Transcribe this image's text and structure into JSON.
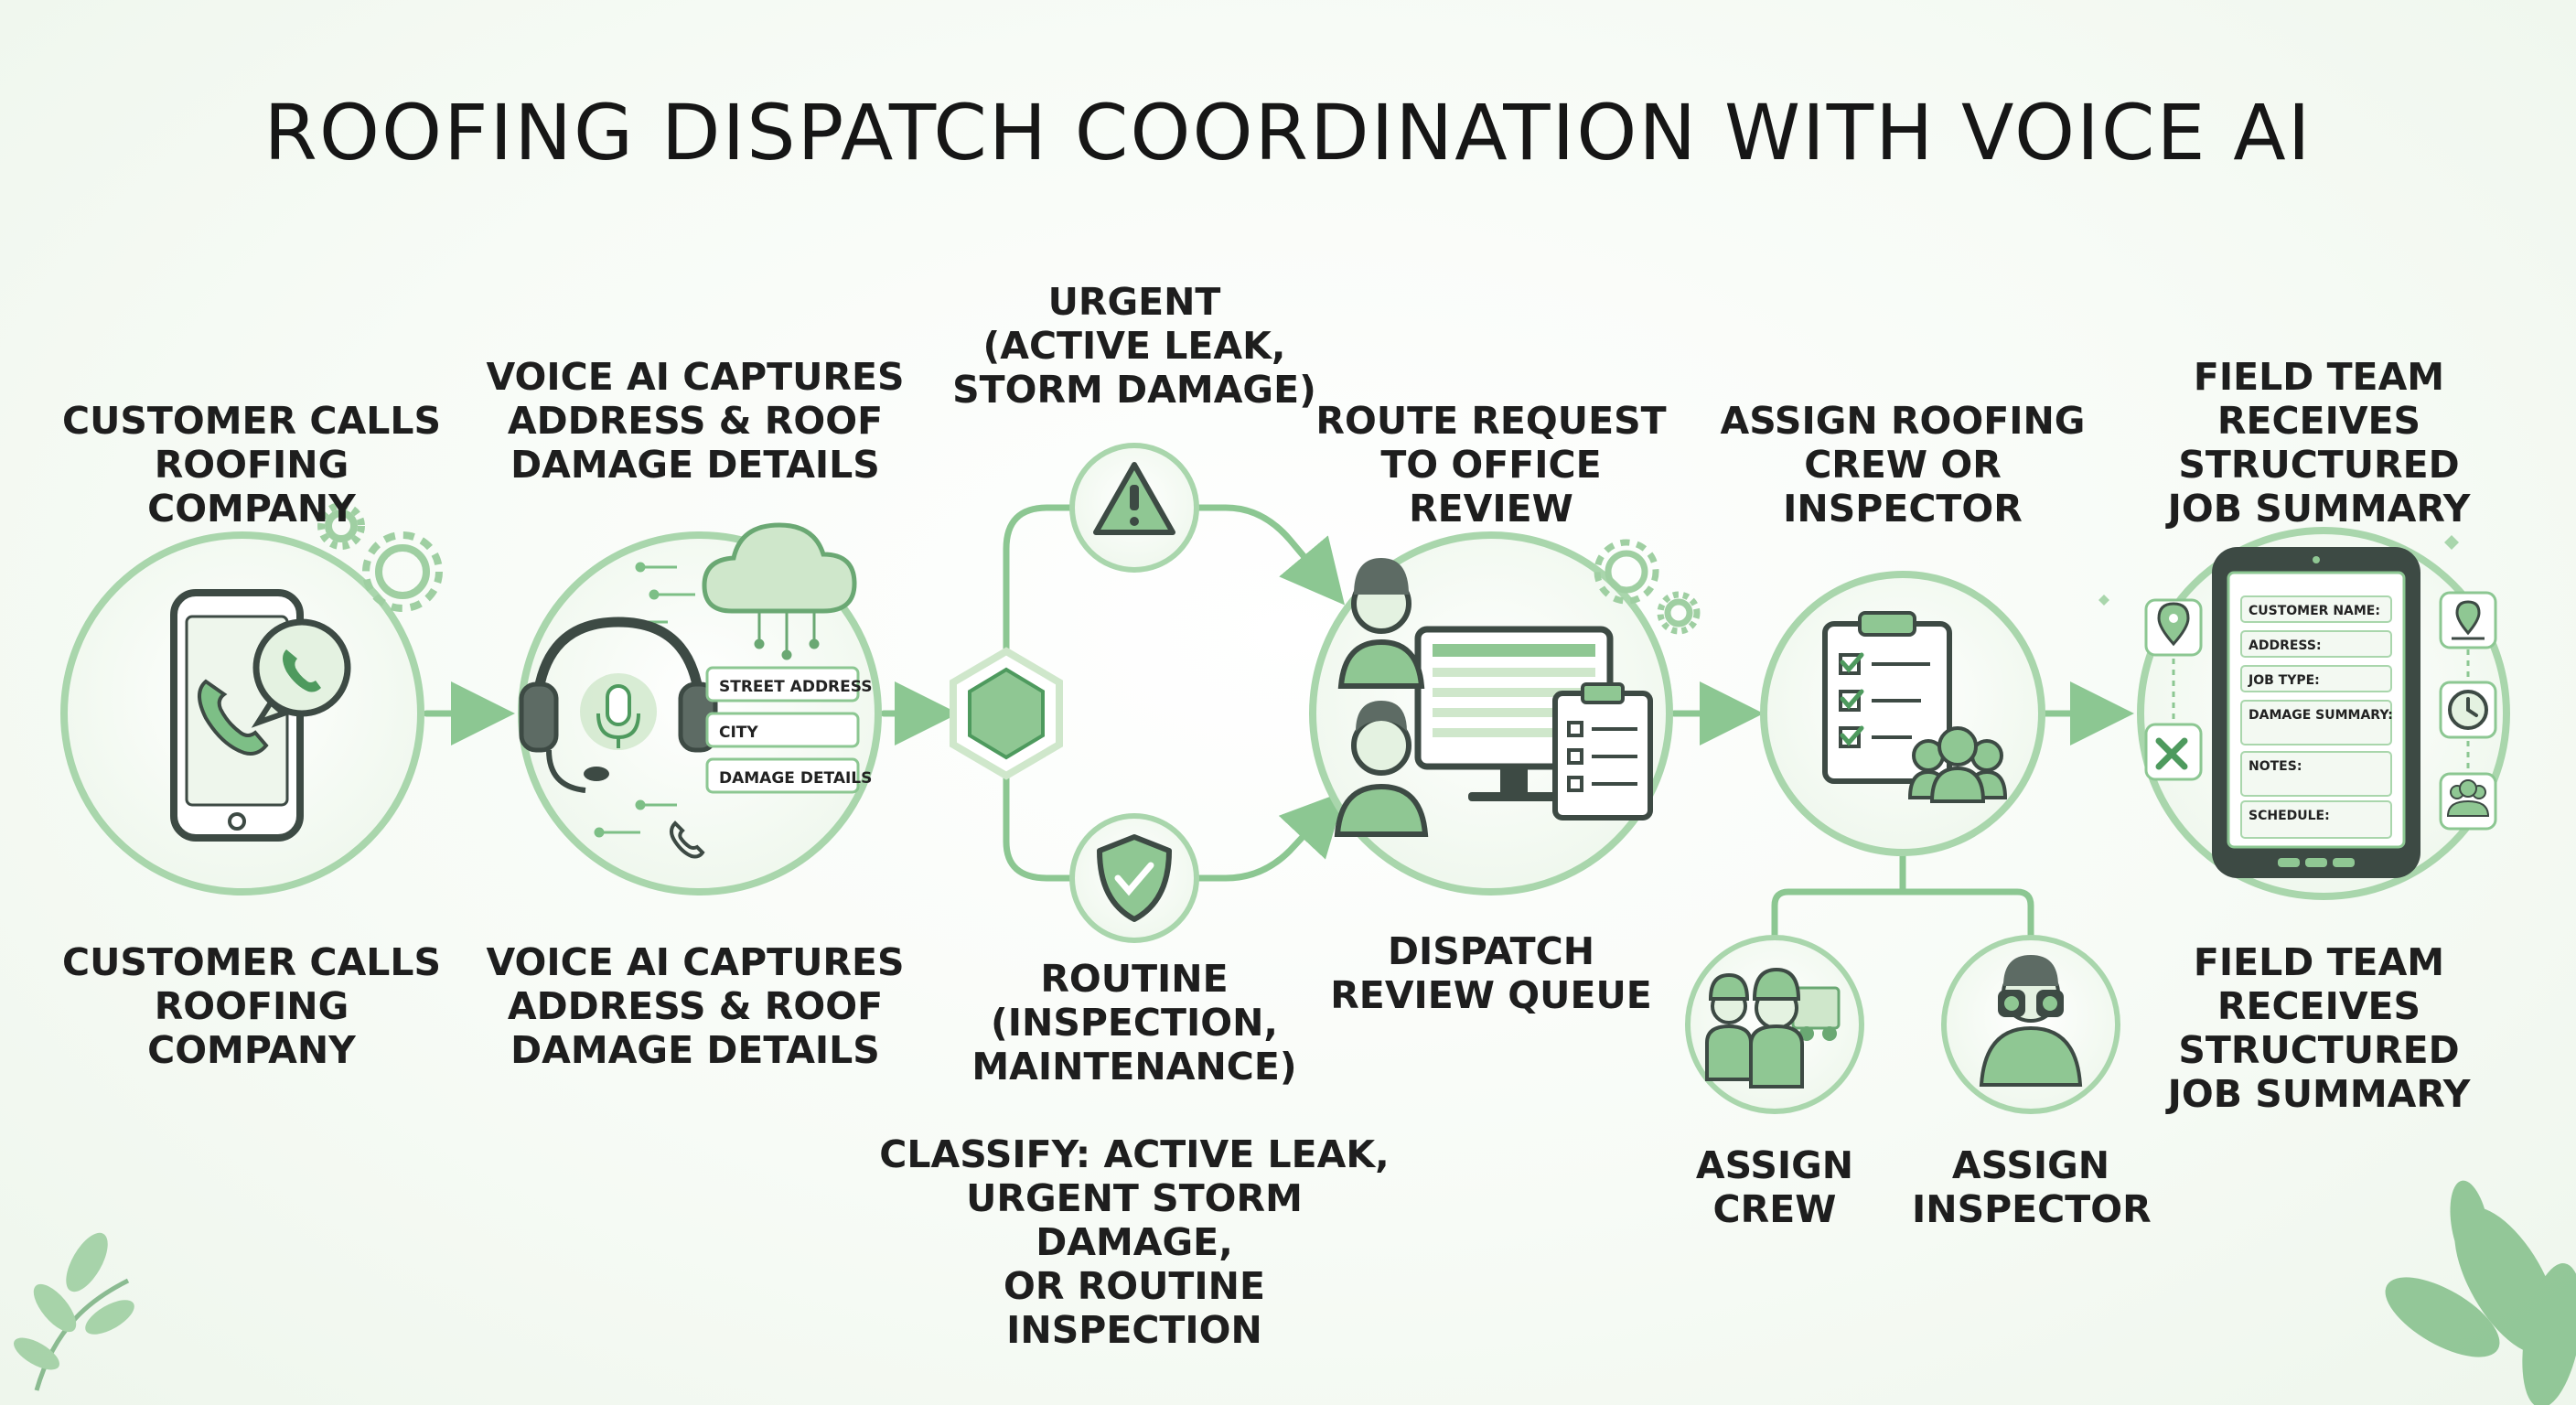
{
  "title": "ROOFING DISPATCH COORDINATION WITH VOICE AI",
  "colors": {
    "accent": "#7dbf86",
    "accent_dark": "#4e9a5e",
    "outline": "#3d4a44",
    "fill_light": "#e4f2e1"
  },
  "steps": {
    "call": {
      "top_label": "CUSTOMER CALLS\nROOFING COMPANY",
      "bottom_label": "CUSTOMER CALLS\nROOFING\nCOMPANY",
      "icons": [
        "phone-icon",
        "chat-bubble-icon",
        "gear-icon"
      ]
    },
    "capture": {
      "top_label": "VOICE AI CAPTURES\nADDRESS & ROOF\nDAMAGE DETAILS",
      "bottom_label": "VOICE AI CAPTURES\nADDRESS & ROOF\nDAMAGE DETAILS",
      "fields": [
        "STREET ADDRESS",
        "CITY",
        "DAMAGE DETAILS"
      ],
      "icons": [
        "headset-icon",
        "microphone-icon",
        "cloud-icon"
      ]
    },
    "classify": {
      "urgent_label": "URGENT\n(ACTIVE LEAK,\nSTORM DAMAGE)",
      "routine_label": "ROUTINE\n(INSPECTION,\nMAINTENANCE)",
      "caption": "CLASSIFY: ACTIVE LEAK,\nURGENT STORM DAMAGE,\nOR ROUTINE INSPECTION",
      "icons": [
        "hexagon-icon",
        "warning-icon",
        "shield-check-icon"
      ]
    },
    "review": {
      "top_label": "ROUTE REQUEST\nTO OFFICE REVIEW",
      "bottom_label": "DISPATCH\nREVIEW QUEUE",
      "icons": [
        "monitor-icon",
        "person-icon",
        "clipboard-icon"
      ]
    },
    "assign": {
      "top_label": "ASSIGN ROOFING\nCREW OR INSPECTOR",
      "crew_label": "ASSIGN\nCREW",
      "inspector_label": "ASSIGN\nINSPECTOR",
      "icons": [
        "checklist-icon",
        "team-icon",
        "crew-icon",
        "binoculars-icon"
      ]
    },
    "field": {
      "top_label": "FIELD TEAM\nRECEIVES STRUCTURED\nJOB SUMMARY",
      "bottom_label": "FIELD TEAM\nRECEIVES\nSTRUCTURED\nJOB SUMMARY",
      "form_fields": [
        "CUSTOMER NAME:",
        "ADDRESS:",
        "JOB TYPE:",
        "DAMAGE SUMMARY:",
        "NOTES:",
        "SCHEDULE:"
      ],
      "icons": [
        "tablet-icon",
        "location-icon",
        "clock-icon",
        "tools-icon",
        "people-icon"
      ]
    }
  }
}
